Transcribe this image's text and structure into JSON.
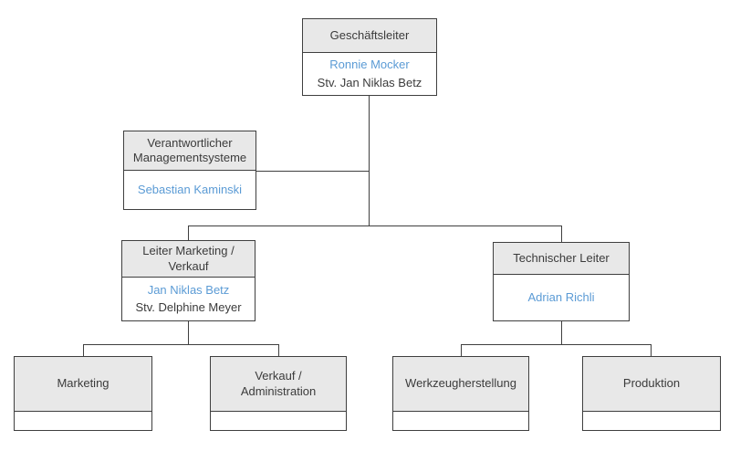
{
  "colors": {
    "header_bg": "#e8e8e8",
    "border": "#3f3f3f",
    "line": "#3f3f3f",
    "person_text": "#5b9bd5",
    "text": "#3b3b3b"
  },
  "org": {
    "geschaeftsleiter": {
      "title": "Geschäftsleiter",
      "person": "Ronnie Mocker",
      "deputy": "Stv. Jan Niklas Betz"
    },
    "managementsysteme": {
      "title": "Verantwortlicher Managementsysteme",
      "person": "Sebastian Kaminski"
    },
    "leiter_marketing_verkauf": {
      "title": "Leiter Marketing / Verkauf",
      "person": "Jan Niklas Betz",
      "deputy": "Stv. Delphine Meyer"
    },
    "technischer_leiter": {
      "title": "Technischer Leiter",
      "person": "Adrian Richli"
    },
    "marketing": {
      "title": "Marketing"
    },
    "verkauf_administration": {
      "title": "Verkauf / Administration"
    },
    "werkzeugherstellung": {
      "title": "Werkzeugherstellung"
    },
    "produktion": {
      "title": "Produktion"
    }
  }
}
